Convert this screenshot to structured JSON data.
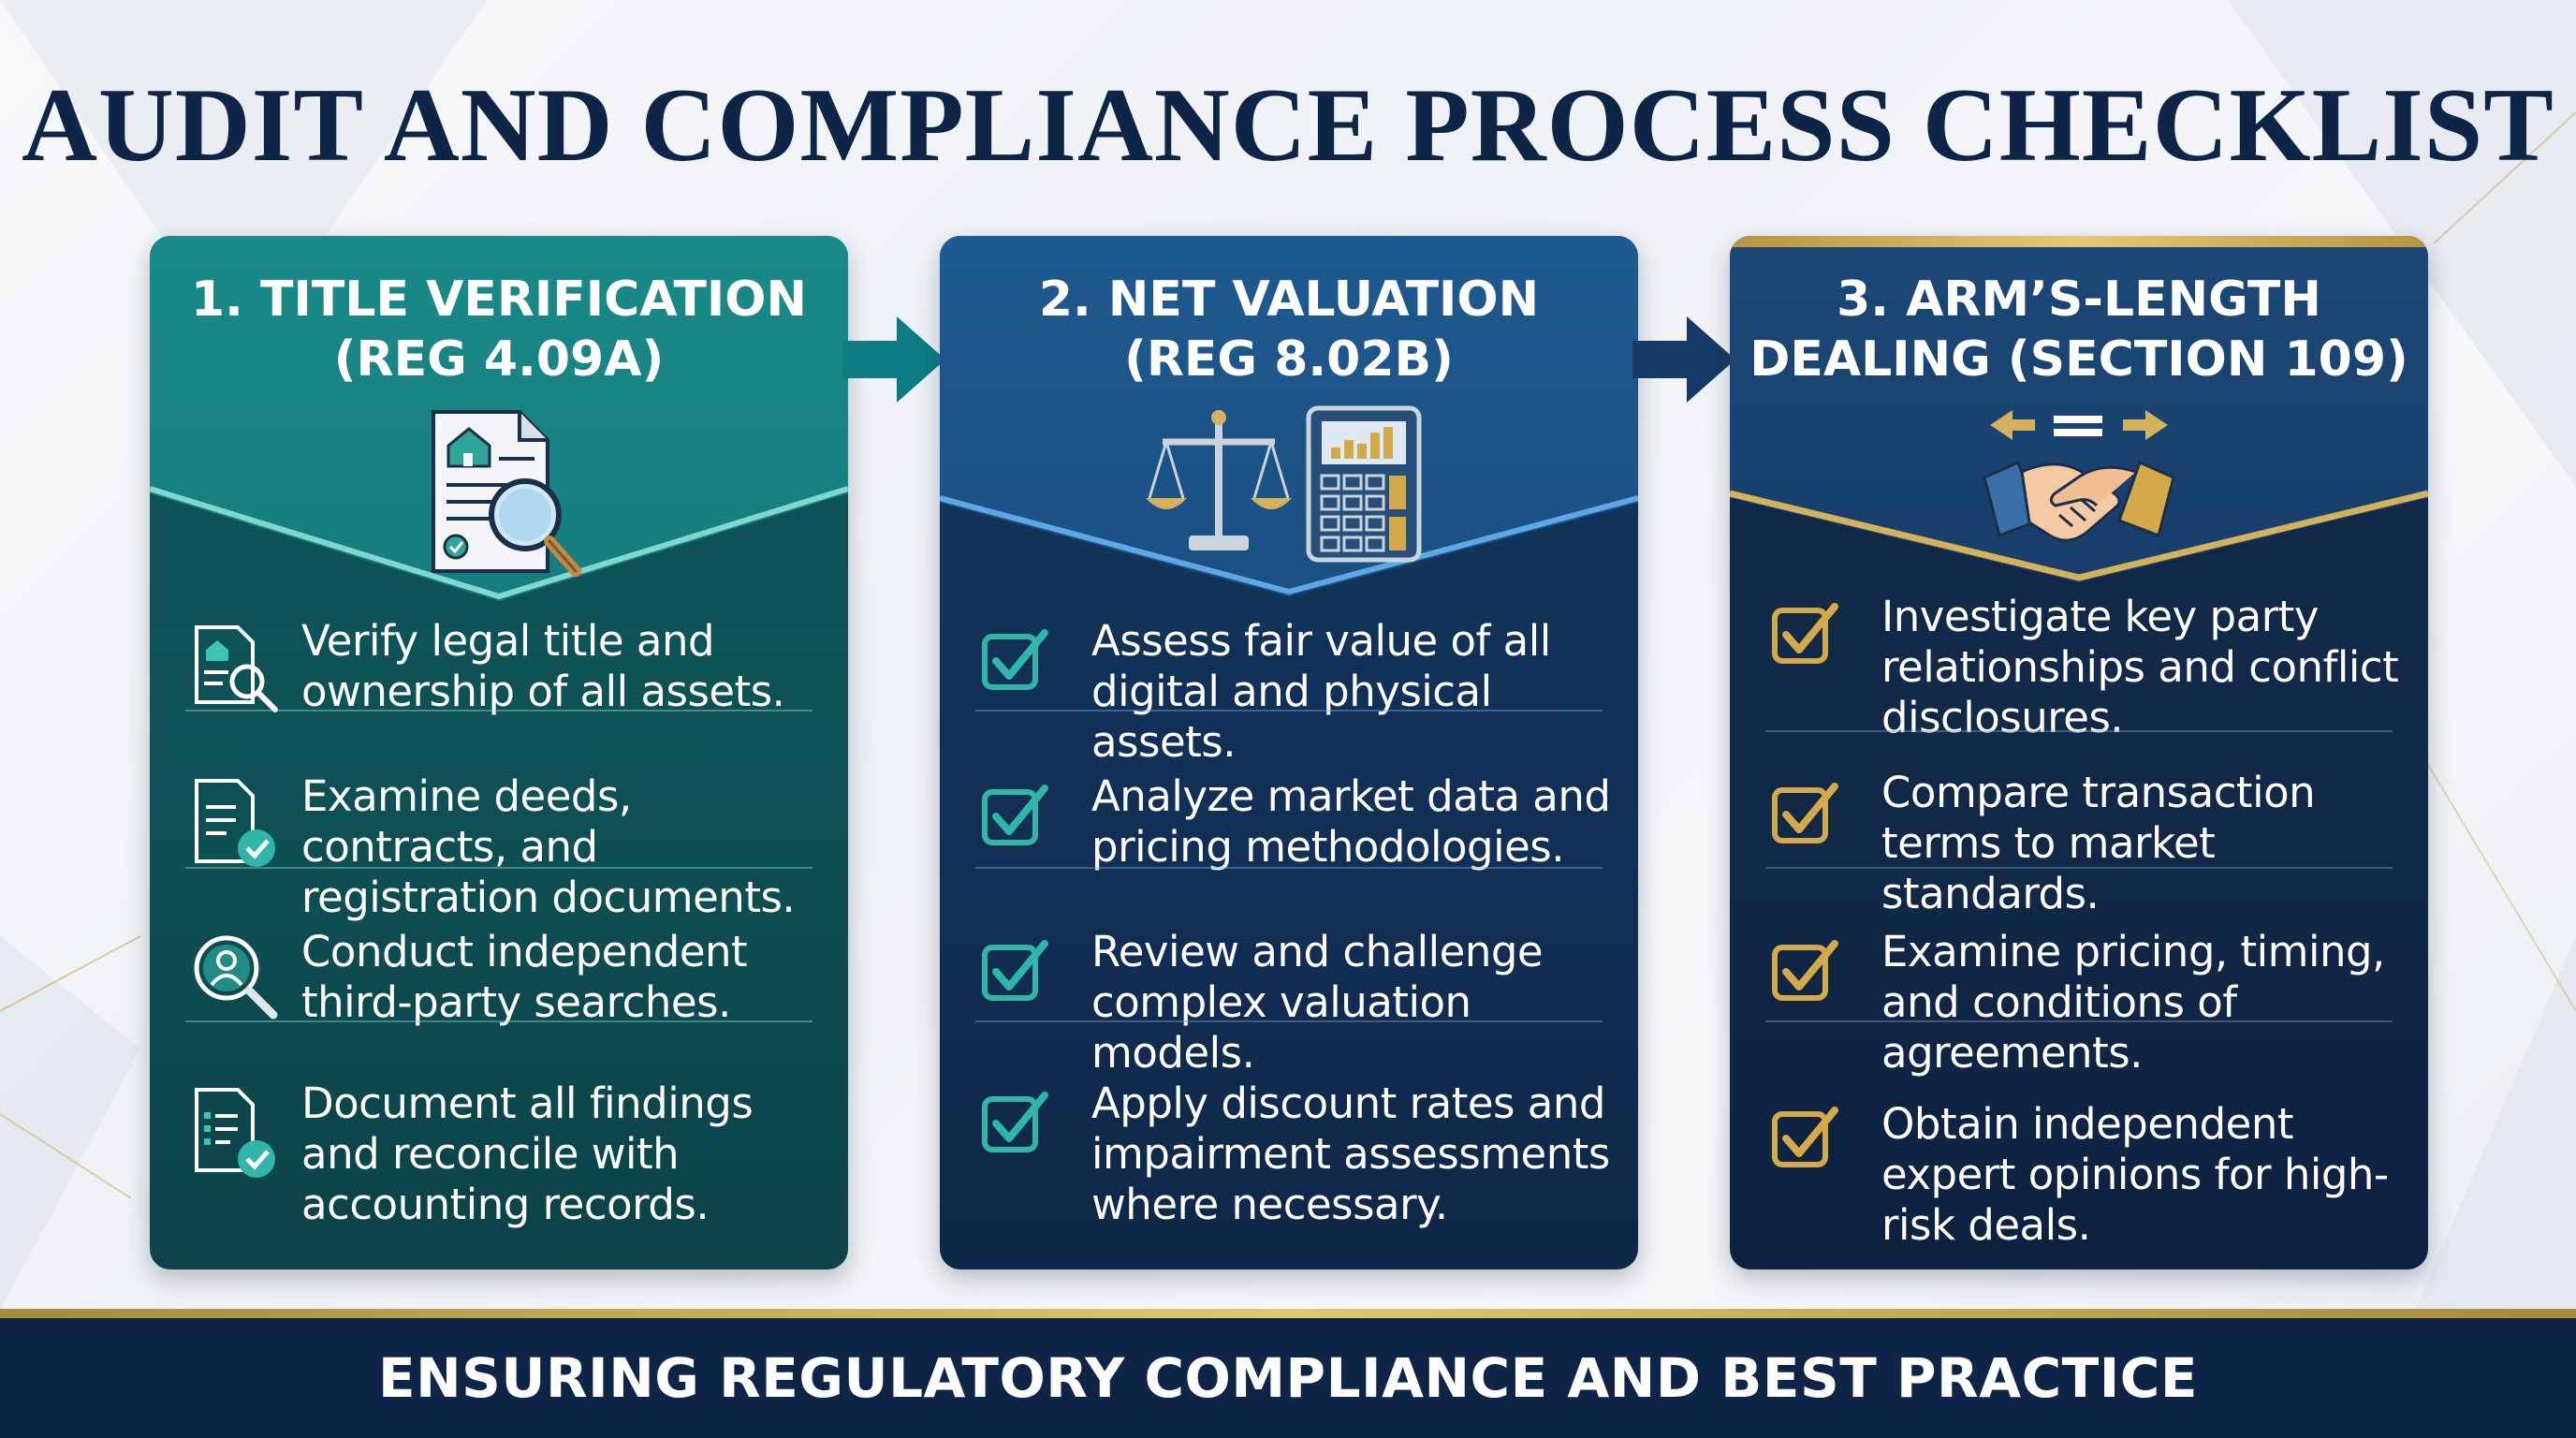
{
  "title": "AUDIT AND COMPLIANCE PROCESS CHECKLIST",
  "footer": "ENSURING REGULATORY COMPLIANCE AND BEST PRACTICE",
  "colors": {
    "navy": "#0f2547",
    "teal": "#167c7c",
    "blue": "#1b4f82",
    "gold": "#d4b25c",
    "check_teal": "#2fb6a8",
    "check_gold": "#d4a94a"
  },
  "cards": [
    {
      "title_line1": "1. TITLE VERIFICATION",
      "title_line2": "(REG 4.09A)",
      "icon": "document-magnifier-icon",
      "items": [
        {
          "icon": "document-search-icon",
          "text": "Verify legal title and ownership of all assets."
        },
        {
          "icon": "document-check-icon",
          "text": "Examine deeds, contracts, and registration documents."
        },
        {
          "icon": "person-search-icon",
          "text": "Conduct independent third-party searches."
        },
        {
          "icon": "checklist-check-icon",
          "text": "Document all findings and reconcile with accounting records."
        }
      ]
    },
    {
      "title_line1": "2. NET VALUATION",
      "title_line2": "(REG 8.02B)",
      "icon": "scales-calculator-icon",
      "items": [
        {
          "icon": "checkbox-icon",
          "text": "Assess fair value of all digital and physical assets."
        },
        {
          "icon": "checkbox-icon",
          "text": "Analyze market data and pricing methodologies."
        },
        {
          "icon": "checkbox-icon",
          "text": "Review and challenge complex valuation models."
        },
        {
          "icon": "checkbox-icon",
          "text": "Apply discount rates and impairment assessments where necessary."
        }
      ]
    },
    {
      "title_line1": "3. ARM’S-LENGTH",
      "title_line2": "DEALING (SECTION 109)",
      "icon": "handshake-icon",
      "items": [
        {
          "icon": "checkbox-icon",
          "text": "Investigate key party relationships and conflict disclosures."
        },
        {
          "icon": "checkbox-icon",
          "text": "Compare transaction terms to market standards."
        },
        {
          "icon": "checkbox-icon",
          "text": "Examine pricing, timing, and conditions of agreements."
        },
        {
          "icon": "checkbox-icon",
          "text": "Obtain independent expert opinions for high-risk deals."
        }
      ]
    }
  ]
}
